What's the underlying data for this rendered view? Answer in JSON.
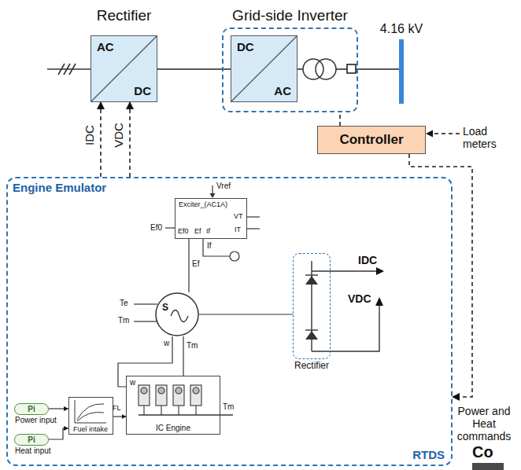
{
  "diagram": {
    "nodes": [
      {
        "text": [
          "Rectifier",
          "AC",
          "DC"
        ]
      },
      {
        "text": [
          "Grid-side Inverter"
        ]
      },
      {
        "text": [
          "DC",
          "AC"
        ],
        "in": 1
      },
      {
        "text": [
          "4.16 kV"
        ]
      },
      {
        "text": [
          "Controller"
        ]
      },
      {
        "text": [
          "Engine Emulator",
          "RTDS"
        ]
      },
      {
        "text": [
          "Exciter_(AC1A)"
        ],
        "in": 5
      },
      {
        "text": [
          "S"
        ],
        "in": 5
      },
      {
        "text": [
          "IC Engine"
        ],
        "in": 5
      },
      {
        "text": [
          "Fuel intake"
        ],
        "in": 5
      },
      {
        "text": [
          "Pi",
          "Power input"
        ],
        "in": 5
      },
      {
        "text": [
          "Pi",
          "Heat input"
        ],
        "in": 5
      },
      {
        "text": [
          "Rectifier"
        ],
        "in": 5
      }
    ],
    "edges": [
      {
        "from": 0,
        "to": 2,
        "arrow": "none"
      },
      {
        "from": 2,
        "to": 3,
        "arrow": "none"
      },
      {
        "from": 4,
        "to": 1,
        "arrow": "none"
      },
      {
        "from": 5,
        "to": 0,
        "label": "IDC",
        "arrow": "to"
      },
      {
        "from": 5,
        "to": 0,
        "label": "VDC",
        "arrow": "to"
      },
      {
        "from": 4,
        "to": 5,
        "label": "Power and Heat commands",
        "arrow": "to"
      },
      {
        "from": 6,
        "to": 7,
        "arrow": "none"
      },
      {
        "from": 7,
        "to": 12,
        "arrow": "none"
      },
      {
        "from": 7,
        "to": 8,
        "label": "w",
        "arrow": "none"
      },
      {
        "from": 8,
        "to": 7,
        "label": "Tm",
        "arrow": "none"
      },
      {
        "from": 10,
        "to": 9,
        "arrow": "to"
      },
      {
        "from": 11,
        "to": 9,
        "arrow": "to"
      },
      {
        "from": 9,
        "to": 8,
        "label": "FL",
        "arrow": "to"
      }
    ],
    "labels": [
      "Load meters",
      "Vref",
      "Ef0",
      "Ef",
      "If",
      "VT",
      "IT",
      "Ef0",
      "If",
      "Ef",
      "Te",
      "Tm",
      "w",
      "Tm",
      "IDC",
      "VDC",
      "Co"
    ]
  }
}
